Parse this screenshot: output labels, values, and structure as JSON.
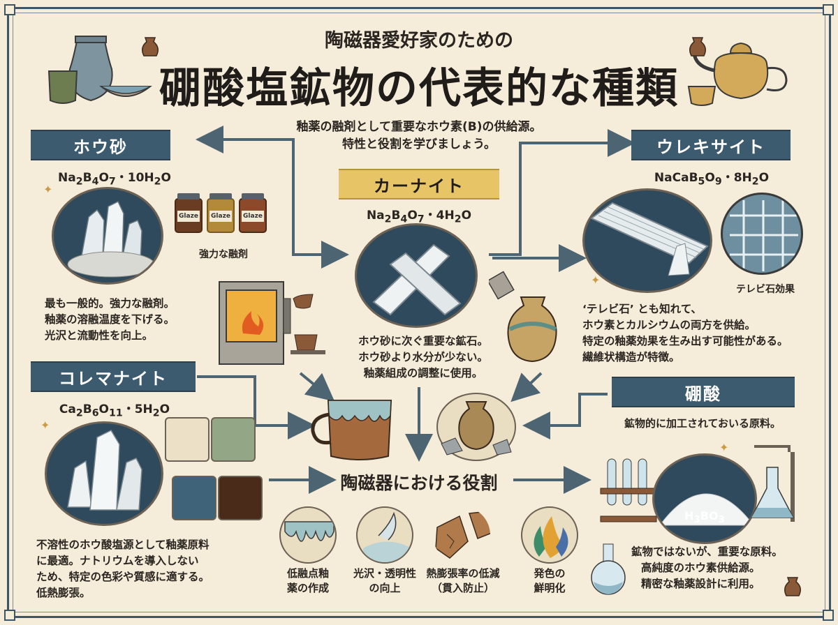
{
  "header": {
    "subtitle": "陶磁器愛好家のための",
    "title": "硼酸塩鉱物の代表的な種類"
  },
  "intro": {
    "line1": "釉薬の融剤として重要なホウ素(B)の供給源。",
    "line2": "特性と役割を学びましょう。"
  },
  "minerals": {
    "borax": {
      "name": "ホウ砂",
      "formula_html": "Na<sub>2</sub>B<sub>4</sub>O<sub>7</sub>・10H<sub>2</sub>O",
      "caption": "強力な融剤",
      "jar_label": "Glaze",
      "desc": [
        "最も一般的。強力な融剤。",
        "釉薬の溶融温度を下げる。",
        "光沢と流動性を向上。"
      ]
    },
    "kernite": {
      "name": "カーナイト",
      "formula_html": "Na<sub>2</sub>B<sub>4</sub>O<sub>7</sub>・4H<sub>2</sub>O",
      "desc": [
        "ホウ砂に次ぐ重要な鉱石。",
        "ホウ砂より水分が少ない。",
        "釉薬組成の調整に使用。"
      ]
    },
    "ulexite": {
      "name": "ウレキサイト",
      "formula_html": "NaCaB<sub>5</sub>O<sub>9</sub>・8H<sub>2</sub>O",
      "caption": "テレビ石効果",
      "desc": [
        "‘テレビ石’ とも知れて、",
        "ホウ素とカルシウムの両方を供給。",
        "特定の釉薬効果を生み出す可能性がある。",
        "繊維状構造が特徴。"
      ]
    },
    "colemanite": {
      "name": "コレマナイト",
      "formula_html": "Ca<sub>2</sub>B<sub>6</sub>O<sub>11</sub>・5H<sub>2</sub>O",
      "desc": [
        "不溶性のホウ酸塩源として釉薬原料",
        "に最適。ナトリウムを導入しない",
        "ため、特定の色彩や質感に適する。",
        "低熱膨張。"
      ]
    },
    "boric_acid": {
      "name": "硼酸",
      "subtitle": "鉱物的に加工されておいる原料。",
      "formula_html": "H<sub>3</sub>BO<sub>3</sub>",
      "desc": [
        "鉱物ではないが、重要な原料。",
        "高純度のホウ素供給源。",
        "精密な釉薬設計に利用。"
      ]
    }
  },
  "roles": {
    "title": "陶磁器における役割",
    "items": [
      {
        "line1": "低融点釉",
        "line2": "薬の作成",
        "icon": "drip-glaze-icon"
      },
      {
        "line1": "光沢・透明性",
        "line2": "の向上",
        "icon": "gloss-drop-icon"
      },
      {
        "line1": "熱膨張率の低減",
        "line2": "（貫入防止）",
        "icon": "cracked-shard-icon"
      },
      {
        "line1": "発色の",
        "line2": "鮮明化",
        "icon": "color-flame-icon"
      }
    ]
  },
  "colors": {
    "banner_blue": "#3d5b6e",
    "banner_gold": "#e7c567",
    "arrow": "#4d6573",
    "background": "#f5ecd9"
  }
}
